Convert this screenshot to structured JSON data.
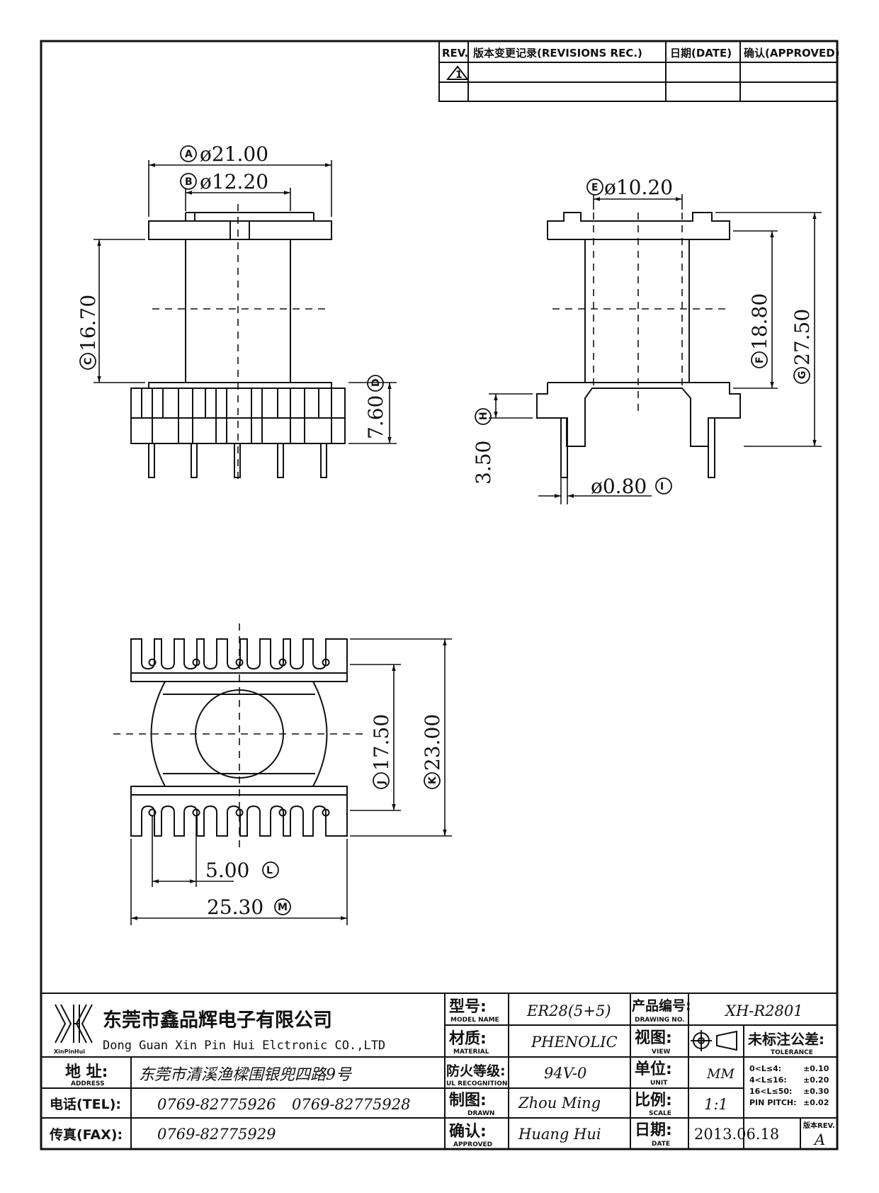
{
  "revision_table": {
    "col_rev": "REV.",
    "col_record": "版本变更记录(REVISIONS REC.)",
    "col_date": "日期(DATE)",
    "col_approved": "确认(APPROVED)",
    "rev_row_symbol": "1"
  },
  "dimensions": {
    "A": {
      "letter": "A",
      "value": "ø21.00"
    },
    "B": {
      "letter": "B",
      "value": "ø12.20"
    },
    "C": {
      "letter": "C",
      "value": "16.70"
    },
    "D": {
      "letter": "D",
      "value": "7.60"
    },
    "E": {
      "letter": "E",
      "value": "ø10.20"
    },
    "F": {
      "letter": "F",
      "value": "18.80"
    },
    "G": {
      "letter": "G",
      "value": "27.50"
    },
    "H": {
      "letter": "H",
      "value": "3.50"
    },
    "I": {
      "letter": "I",
      "value": "ø0.80"
    },
    "J": {
      "letter": "J",
      "value": "17.50"
    },
    "K": {
      "letter": "K",
      "value": "23.00"
    },
    "L": {
      "letter": "L",
      "value": "5.00"
    },
    "M": {
      "letter": "M",
      "value": "25.30"
    }
  },
  "title_block": {
    "logo_text": "XinPinHui",
    "company_cn": "东莞市鑫品辉电子有限公司",
    "company_en": "Dong Guan Xin Pin Hui Elctronic CO.,LTD",
    "address_label": "地 址:",
    "address_sub": "ADDRESS",
    "address": "东莞市清溪渔樑围银兜四路9号",
    "tel_label": "电话(TEL):",
    "tel_1": "0769-82775926",
    "tel_2": "0769-82775928",
    "fax_label": "传真(FAX):",
    "fax": "0769-82775929",
    "model_label": "型号:",
    "model_sub": "MODEL NAME",
    "model": "ER28(5+5)",
    "material_label": "材质:",
    "material_sub": "MATERIAL",
    "material": "PHENOLIC",
    "flame_label": "防火等级:",
    "flame_sub": "UL RECOGNITION",
    "flame": "94V-0",
    "drawn_label": "制图:",
    "drawn_sub": "DRAWN",
    "drawn": "Zhou Ming",
    "approved_label": "确认:",
    "approved_sub": "APPROVED",
    "approved": "Huang Hui",
    "drawing_no_label": "产品编号:",
    "drawing_no_sub": "DRAWING NO.",
    "drawing_no": "XH-R2801",
    "view_label": "视图:",
    "view_sub": "VIEW",
    "unit_label": "单位:",
    "unit_sub": "UNIT",
    "unit": "MM",
    "scale_label": "比例:",
    "scale_sub": "SCALE",
    "scale": "1:1",
    "date_label": "日期:",
    "date_sub": "DATE",
    "date": "2013.06.18",
    "tolerance_label": "未标注公差:",
    "tolerance_sub": "TOLERANCE",
    "tol_rows": [
      {
        "range": "0<L≤4:",
        "value": "±0.10"
      },
      {
        "range": "4<L≤16:",
        "value": "±0.20"
      },
      {
        "range": "16<L≤50:",
        "value": "±0.30"
      },
      {
        "range": "PIN PITCH:",
        "value": "±0.02"
      }
    ],
    "rev_label": "版本REV.",
    "rev": "A"
  }
}
